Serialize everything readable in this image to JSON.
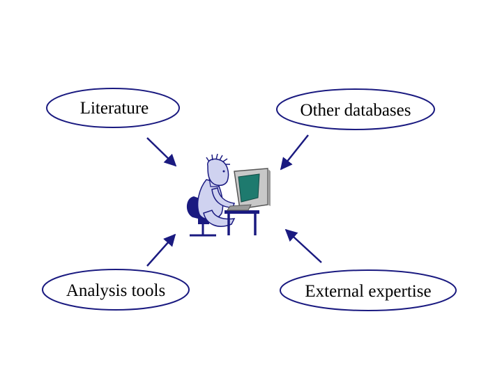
{
  "nodes": {
    "literature": "Literature",
    "other_databases": "Other databases",
    "analysis_tools": "Analysis tools",
    "external_expertise": "External expertise"
  },
  "colors": {
    "ellipse_stroke": "#1a1a80",
    "arrow": "#1a1a80",
    "figure_skin": "#cfd2f0",
    "figure_outline": "#1a1a80",
    "screen": "#1e7a6e",
    "monitor": "#c8c8c8",
    "furniture": "#1a1a80"
  },
  "icons": {
    "center": "person-at-computer-icon"
  }
}
